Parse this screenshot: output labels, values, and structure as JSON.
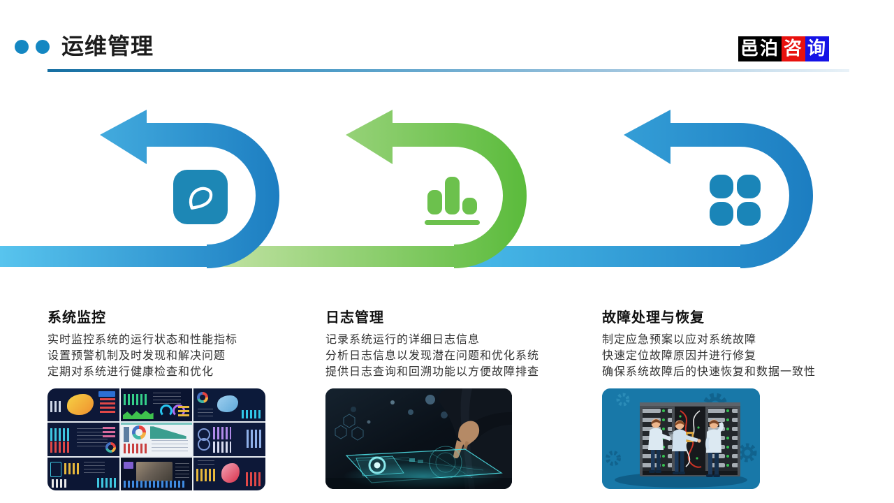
{
  "header": {
    "title": "运维管理",
    "logo": {
      "part1": "邑泊",
      "part2": "咨",
      "part3": "询"
    }
  },
  "process": {
    "steps": [
      {
        "icon": "pen-icon",
        "color_light": "#58c4ee",
        "color_dark": "#1b7cc0"
      },
      {
        "icon": "bar-chart-icon",
        "color_light": "#c3e3a5",
        "color_dark": "#58ba39"
      },
      {
        "icon": "clover-icon",
        "color_light": "#45b5e6",
        "color_dark": "#1b7cc0"
      }
    ]
  },
  "sections": [
    {
      "heading": "系统监控",
      "lines": [
        "实时监控系统的运行状态和性能指标",
        "设置预警机制及时发现和解决问题",
        "定期对系统进行健康检查和优化"
      ],
      "image": "dashboard-collage"
    },
    {
      "heading": "日志管理",
      "lines": [
        "记录系统运行的详细日志信息",
        "分析日志信息以发现潜在问题和优化系统",
        "提供日志查询和回溯功能以方便故障排查"
      ],
      "image": "touch-interface-photo"
    },
    {
      "heading": "故障处理与恢复",
      "lines": [
        "制定应急预案以应对系统故障",
        "快速定位故障原因并进行修复",
        "确保系统故障后的快速恢复和数据一致性"
      ],
      "image": "server-room-illustration"
    }
  ],
  "colors": {
    "title_dot": "#1487c2",
    "badge_blue": "#1d87b5",
    "icon_green": "#6cc14d",
    "logo_black": "#000000",
    "logo_red": "#e8110e",
    "logo_blue": "#1512e6"
  }
}
